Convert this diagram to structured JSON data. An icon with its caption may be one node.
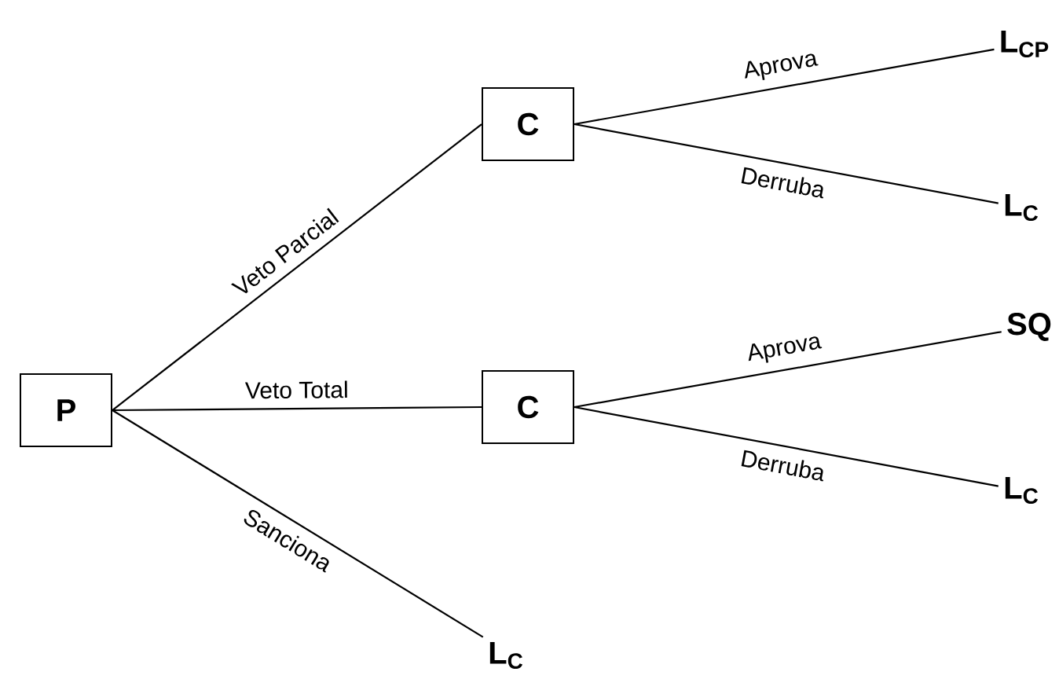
{
  "diagram": {
    "nodes": [
      {
        "text": [
          "P"
        ]
      },
      {
        "text": [
          "C"
        ]
      },
      {
        "text": [
          "C"
        ]
      },
      {
        "text": [
          "L$_{CP}$"
        ]
      },
      {
        "text": [
          "L$_{C}$"
        ]
      },
      {
        "text": [
          "SQ"
        ]
      },
      {
        "text": [
          "L$_{C}$"
        ]
      },
      {
        "text": [
          "L$_{C}$"
        ]
      }
    ],
    "edges": [
      {
        "from": 0,
        "to": 1,
        "arrow": "none",
        "label": "Veto Parcial"
      },
      {
        "from": 0,
        "to": 2,
        "arrow": "none",
        "label": "Veto Total"
      },
      {
        "from": 0,
        "to": 7,
        "arrow": "none",
        "label": "Sanciona"
      },
      {
        "from": 1,
        "to": 3,
        "arrow": "none",
        "label": "Aprova"
      },
      {
        "from": 1,
        "to": 4,
        "arrow": "none",
        "label": "Derruba"
      },
      {
        "from": 2,
        "to": 5,
        "arrow": "none",
        "label": "Aprova"
      },
      {
        "from": 2,
        "to": 6,
        "arrow": "none",
        "label": "Derruba"
      }
    ]
  }
}
